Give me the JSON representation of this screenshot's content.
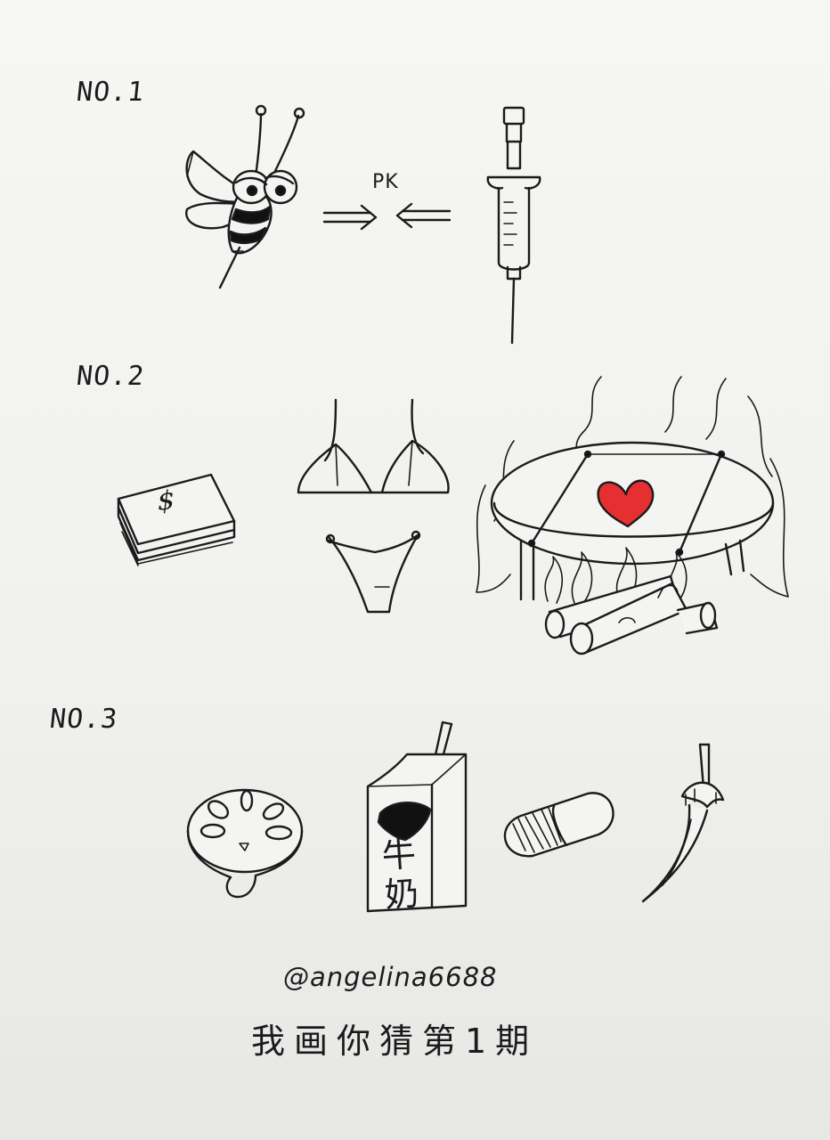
{
  "sections": [
    {
      "label": "NO.1"
    },
    {
      "label": "NO.2"
    },
    {
      "label": "NO.3"
    }
  ],
  "annotations": {
    "pk": "PK",
    "dollar": "$",
    "milk": "牛奶"
  },
  "footer": {
    "handle": "@angelina6688",
    "series": "我画你猜第1期"
  },
  "colors": {
    "ink": "#1b1b1b",
    "heart": "#e62f30",
    "paper": "#f4f4f2"
  }
}
